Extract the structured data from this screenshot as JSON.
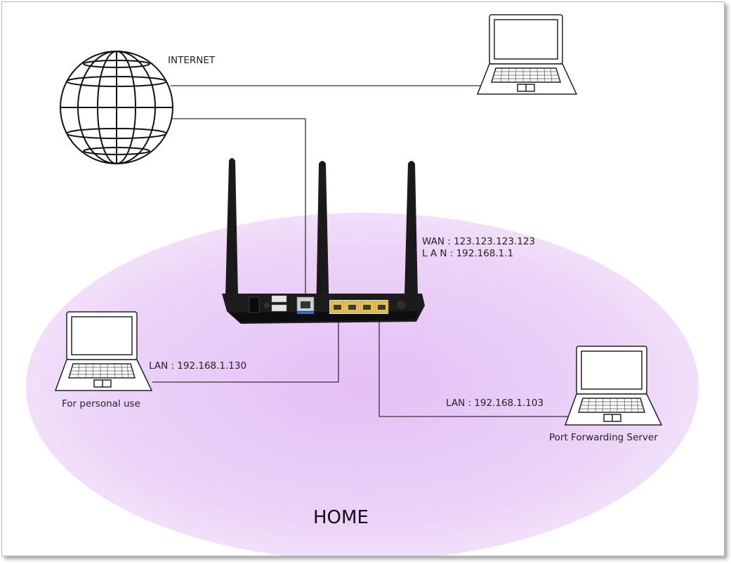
{
  "diagram": {
    "internet_label": "INTERNET",
    "router": {
      "wan": "WAN : 123.123.123.123",
      "lan": "L A N : 192.168.1.1"
    },
    "personal_pc": {
      "lan": "LAN : 192.168.1.130",
      "caption": "For personal use"
    },
    "server_pc": {
      "lan": "LAN : 192.168.1.103",
      "caption": "Port Forwarding Server"
    },
    "home_label": "HOME"
  },
  "colors": {
    "home_zone": "#e4bff6",
    "ethernet_port": "#e8c23a",
    "wan_port_accent": "#2f6fd6",
    "router_body": "#1c1c1c"
  }
}
